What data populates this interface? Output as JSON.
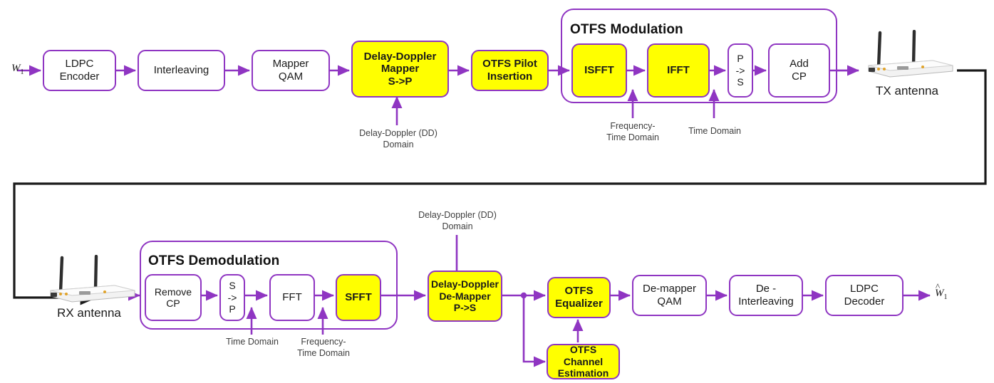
{
  "diagram": {
    "title": "OTFS transceiver block diagram",
    "colors": {
      "block_border": "#8f35c2",
      "block_fill": "#ffffff",
      "highlight_fill": "#ffff00",
      "wire": "#8f35c2",
      "channel_wire": "#1a1a1a",
      "annotation_text": "#3f3f3f"
    },
    "io": {
      "input_label": "W",
      "input_sub": "1",
      "output_label": "W",
      "output_sub": "1"
    },
    "tx_chain": [
      {
        "id": "ldpc-encoder",
        "label": "LDPC\nEncoder",
        "highlight": false
      },
      {
        "id": "interleaving",
        "label": "Interleaving",
        "highlight": false
      },
      {
        "id": "mapper-qam",
        "label": "Mapper\nQAM",
        "highlight": false
      },
      {
        "id": "delay-doppler-mapper",
        "label": "Delay-Doppler\nMapper\nS->P",
        "highlight": true
      },
      {
        "id": "otfs-pilot-insertion",
        "label": "OTFS Pilot\nInsertion",
        "highlight": true
      }
    ],
    "otfs_modulation": {
      "title": "OTFS Modulation",
      "blocks": [
        {
          "id": "isfft",
          "label": "ISFFT",
          "highlight": true
        },
        {
          "id": "ifft",
          "label": "IFFT",
          "highlight": true
        },
        {
          "id": "p-to-s",
          "label": "P\n->\nS",
          "highlight": false
        },
        {
          "id": "add-cp",
          "label": "Add\nCP",
          "highlight": false
        }
      ]
    },
    "otfs_demodulation": {
      "title": "OTFS Demodulation",
      "blocks": [
        {
          "id": "remove-cp",
          "label": "Remove\nCP",
          "highlight": false
        },
        {
          "id": "s-to-p",
          "label": "S\n->\nP",
          "highlight": false
        },
        {
          "id": "fft",
          "label": "FFT",
          "highlight": false
        },
        {
          "id": "sfft",
          "label": "SFFT",
          "highlight": true
        }
      ]
    },
    "rx_chain": [
      {
        "id": "delay-doppler-de-mapper",
        "label": "Delay-Doppler\nDe-Mapper\nP->S",
        "highlight": true
      },
      {
        "id": "otfs-equalizer",
        "label": "OTFS\nEqualizer",
        "highlight": true
      },
      {
        "id": "de-mapper-qam",
        "label": "De-mapper\nQAM",
        "highlight": false
      },
      {
        "id": "de-interleaving",
        "label": "De -\nInterleaving",
        "highlight": false
      },
      {
        "id": "ldpc-decoder",
        "label": "LDPC\nDecoder",
        "highlight": false
      }
    ],
    "otfs_channel_estimation": {
      "id": "otfs-channel-estimation",
      "label": "OTFS Channel\nEstimation",
      "highlight": true
    },
    "annotations": {
      "tx_dd_domain": "Delay-Doppler (DD)\nDomain",
      "tx_freq_time_domain": "Frequency-\nTime Domain",
      "tx_time_domain": "Time Domain",
      "rx_dd_domain": "Delay-Doppler (DD)\nDomain",
      "rx_time_domain": "Time Domain",
      "rx_freq_time_domain": "Frequency-\nTime Domain"
    },
    "devices": {
      "tx_antenna_label": "TX antenna",
      "rx_antenna_label": "RX antenna"
    }
  }
}
